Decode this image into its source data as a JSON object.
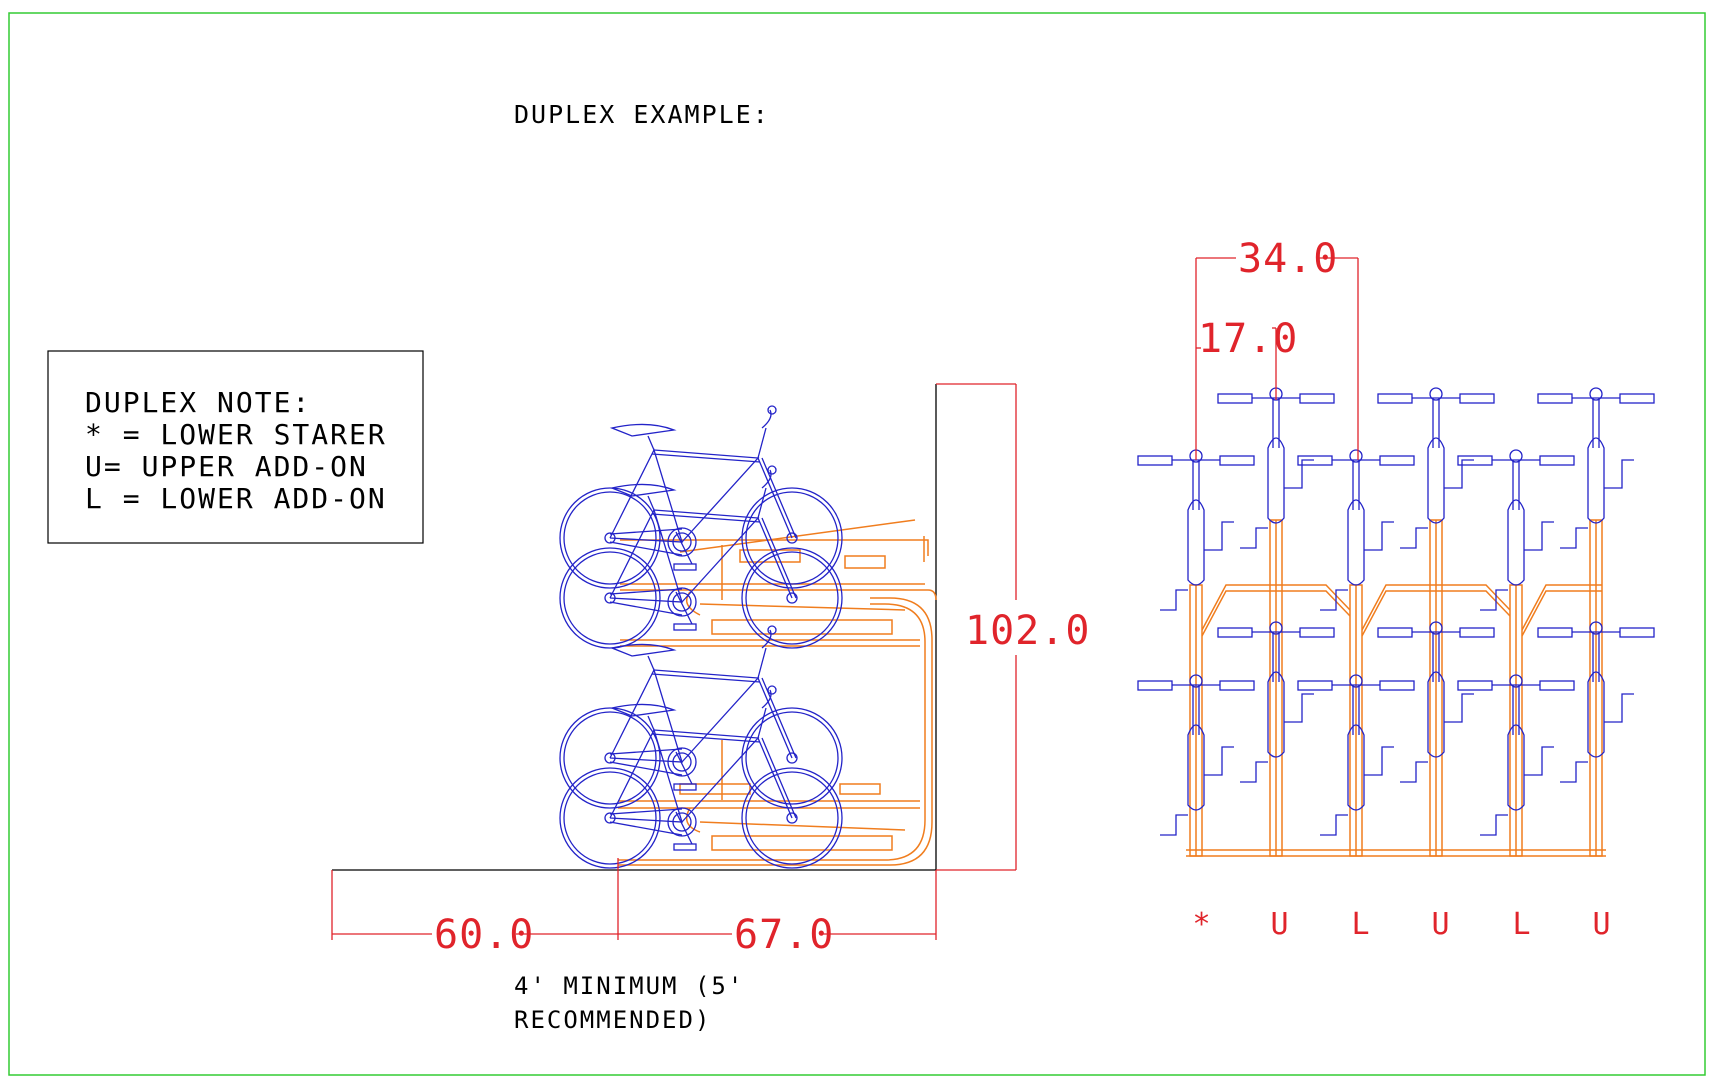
{
  "title": "DUPLEX EXAMPLE:",
  "note": {
    "heading": "DUPLEX NOTE:",
    "lines": [
      "* = LOWER STARER",
      "U= UPPER ADD-ON",
      "L = LOWER ADD-ON"
    ]
  },
  "dimensions": {
    "height": "102.0",
    "aisle": "60.0",
    "depth": "67.0",
    "spacing_full": "34.0",
    "spacing_half": "17.0"
  },
  "aisle_note": [
    "4' MINIMUM (5'",
    "RECOMMENDED)"
  ],
  "rack_labels": [
    "*",
    "U",
    "L",
    "U",
    "L",
    "U"
  ],
  "colors": {
    "border": "#33cc33",
    "bike": "#2323c8",
    "rack": "#f07d1e",
    "dimension": "#e0242b",
    "text": "#000000"
  }
}
